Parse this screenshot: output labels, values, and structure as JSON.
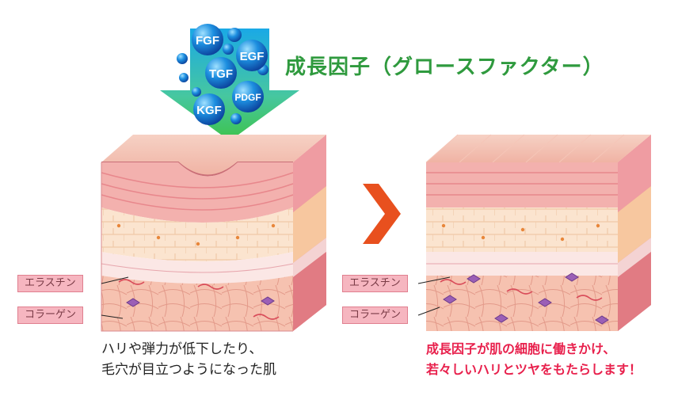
{
  "title": "成長因子（グロースファクター）",
  "growth_factors": [
    "FGF",
    "EGF",
    "TGF",
    "PDGF",
    "KGF"
  ],
  "labels": {
    "elastin": "エラスチン",
    "collagen": "コラーゲン"
  },
  "caption_left": [
    "ハリや弾力が低下したり、",
    "毛穴が目立つようになった肌"
  ],
  "caption_right": [
    "成長因子が肌の細胞に働きかけ、",
    "若々しいハリとツヤをもたらします！"
  ],
  "colors": {
    "title_green": "#2f9a3e",
    "arrow_green": "#3ec34a",
    "arrow_blue": "#1aa9e6",
    "chevron_orange": "#e8501e",
    "caption_pink": "#e8204c"
  }
}
